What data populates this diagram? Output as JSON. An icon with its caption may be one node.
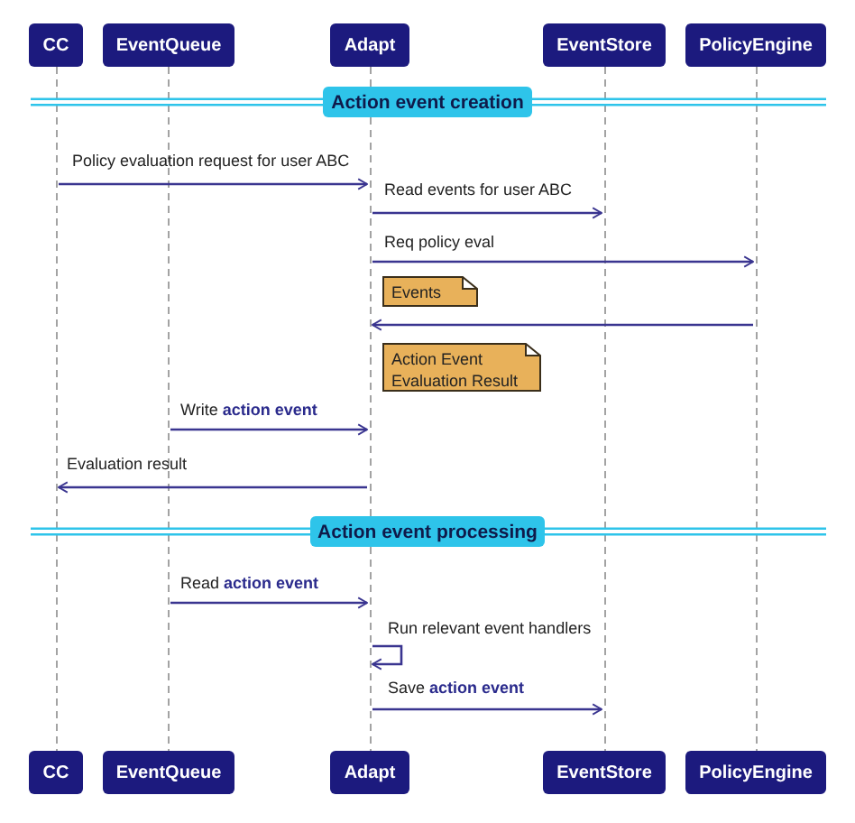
{
  "diagram": {
    "nodes": [
      {
        "text": [
          "CC"
        ]
      },
      {
        "text": [
          "EventQueue"
        ]
      },
      {
        "text": [
          "Adapt"
        ]
      },
      {
        "text": [
          "EventStore"
        ]
      },
      {
        "text": [
          "PolicyEngine"
        ]
      },
      {
        "text": [
          "Action event creation"
        ]
      },
      {
        "text": [
          "Events"
        ]
      },
      {
        "text": [
          "Action Event Evaluation Result"
        ]
      },
      {
        "text": [
          "Action event processing"
        ]
      },
      {
        "text": [
          "CC"
        ]
      },
      {
        "text": [
          "EventQueue"
        ]
      },
      {
        "text": [
          "Adapt"
        ]
      },
      {
        "text": [
          "EventStore"
        ]
      },
      {
        "text": [
          "PolicyEngine"
        ]
      },
      {
        "text": [],
        "shape": "lifeline"
      },
      {
        "text": [],
        "shape": "lifeline"
      },
      {
        "text": [],
        "shape": "lifeline"
      },
      {
        "text": [],
        "shape": "lifeline"
      },
      {
        "text": [],
        "shape": "lifeline"
      }
    ],
    "edges": [
      {
        "from": 14,
        "to": 16,
        "arrow": "to",
        "label": "Policy evaluation request for user ABC"
      },
      {
        "from": 16,
        "to": 17,
        "arrow": "to",
        "label": "Read events for user ABC"
      },
      {
        "from": 16,
        "to": 18,
        "arrow": "to",
        "label": "Req policy eval"
      },
      {
        "from": 18,
        "to": 16,
        "arrow": "to"
      },
      {
        "from": 15,
        "to": 16,
        "arrow": "to",
        "label": "Write **action event**"
      },
      {
        "from": 16,
        "to": 14,
        "arrow": "to",
        "label": "Evaluation result"
      },
      {
        "from": 15,
        "to": 16,
        "arrow": "to",
        "label": "Read **action event**"
      },
      {
        "from": 16,
        "to": 16,
        "arrow": "to",
        "label": "Run relevant event handlers"
      },
      {
        "from": 16,
        "to": 17,
        "arrow": "to",
        "label": "Save **action event**"
      }
    ]
  }
}
